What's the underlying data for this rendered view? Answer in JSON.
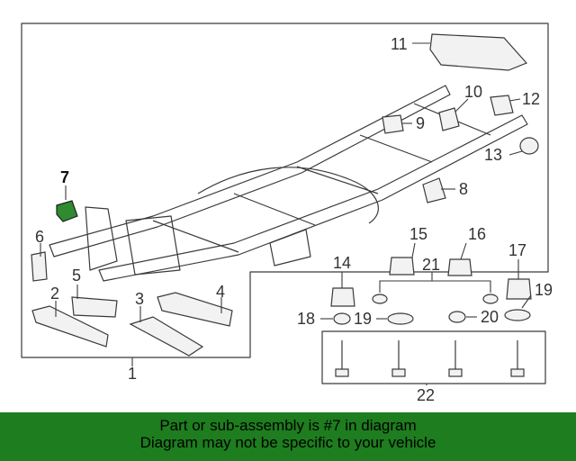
{
  "diagram": {
    "callouts": [
      "1",
      "2",
      "3",
      "4",
      "5",
      "6",
      "7",
      "8",
      "9",
      "10",
      "11",
      "12",
      "13",
      "14",
      "15",
      "16",
      "17",
      "18",
      "19",
      "19",
      "20",
      "21",
      "22"
    ],
    "highlight_color": "#2e8b2e"
  },
  "banner": {
    "line1": "Part or sub-assembly is #7 in diagram",
    "line2": "Diagram may not be specific to your vehicle",
    "background": "#1e7d1e"
  }
}
